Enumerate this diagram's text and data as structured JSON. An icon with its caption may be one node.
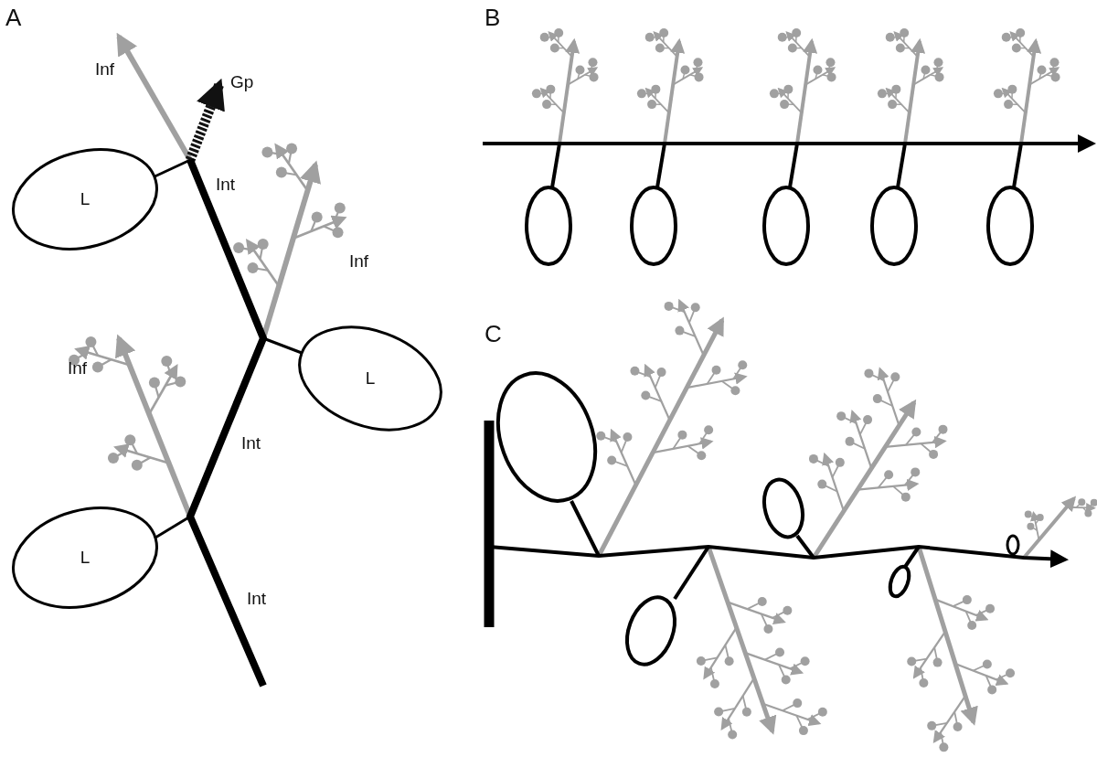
{
  "diagram": {
    "nodes": [
      {
        "text": [
          "L"
        ]
      },
      {
        "text": [
          "L"
        ]
      },
      {
        "text": [
          "L"
        ]
      }
    ],
    "labels": [
      "A",
      "Inf",
      "Gp",
      "Int",
      "Inf",
      "Inf",
      "Int",
      "Int",
      "B",
      "C"
    ]
  }
}
